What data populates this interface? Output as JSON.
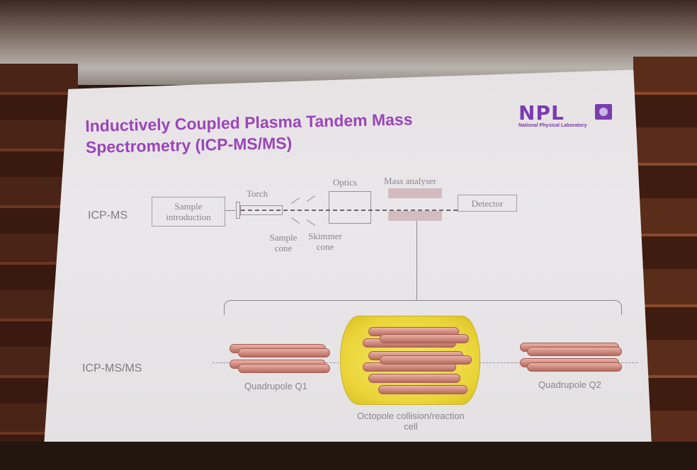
{
  "slide": {
    "title": "Inductively Coupled Plasma Tandem Mass Spectrometry (ICP-MS/MS)",
    "logo": {
      "mark": "NPL",
      "subtitle": "National Physical Laboratory"
    },
    "colors": {
      "title": "#9a45b8",
      "logo": "#7a3cae",
      "rods": "#c77f72",
      "cell": "#ead43a",
      "label": "#8a8488"
    },
    "icp_ms": {
      "row_label": "ICP-MS",
      "sample_introduction": "Sample introduction",
      "torch": "Torch",
      "sample_cone": "Sample cone",
      "skimmer_cone": "Skimmer cone",
      "optics": "Optics",
      "mass_analyser": "Mass analyser",
      "detector": "Detector"
    },
    "icp_ms_ms": {
      "row_label": "ICP-MS/MS",
      "q1": "Quadrupole Q1",
      "cell": "Octopole collision/reaction cell",
      "q2": "Quadrupole Q2"
    }
  }
}
